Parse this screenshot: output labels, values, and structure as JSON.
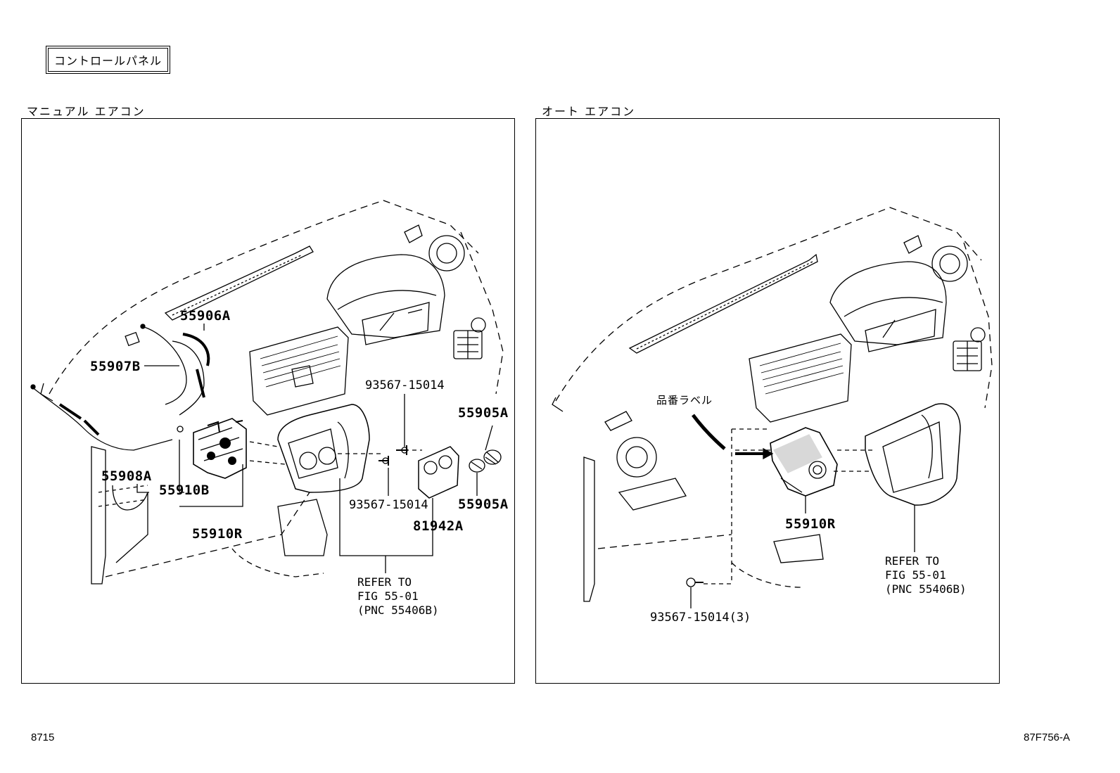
{
  "page": {
    "title": "コントロールパネル",
    "footer_left": "8715",
    "footer_right": "87F756-A"
  },
  "manual": {
    "heading": "マニュアル エアコン",
    "labels": {
      "p55906A": "55906A",
      "p55907B": "55907B",
      "p55908A": "55908A",
      "p55910B": "55910B",
      "p55910R": "55910R",
      "p93567_top": "93567-15014",
      "p93567_bottom": "93567-15014",
      "p55905A_top": "55905A",
      "p55905A_bottom": "55905A",
      "p81942A": "81942A"
    },
    "refer": {
      "line1": "REFER TO",
      "line2": "FIG 55-01",
      "line3": "(PNC 55406B)"
    }
  },
  "auto": {
    "heading": "オート エアコン",
    "label_sticker": "品番ラベル",
    "labels": {
      "p55910R": "55910R",
      "p93567": "93567-15014(3)"
    },
    "refer": {
      "line1": "REFER TO",
      "line2": "FIG 55-01",
      "line3": "(PNC 55406B)"
    }
  }
}
